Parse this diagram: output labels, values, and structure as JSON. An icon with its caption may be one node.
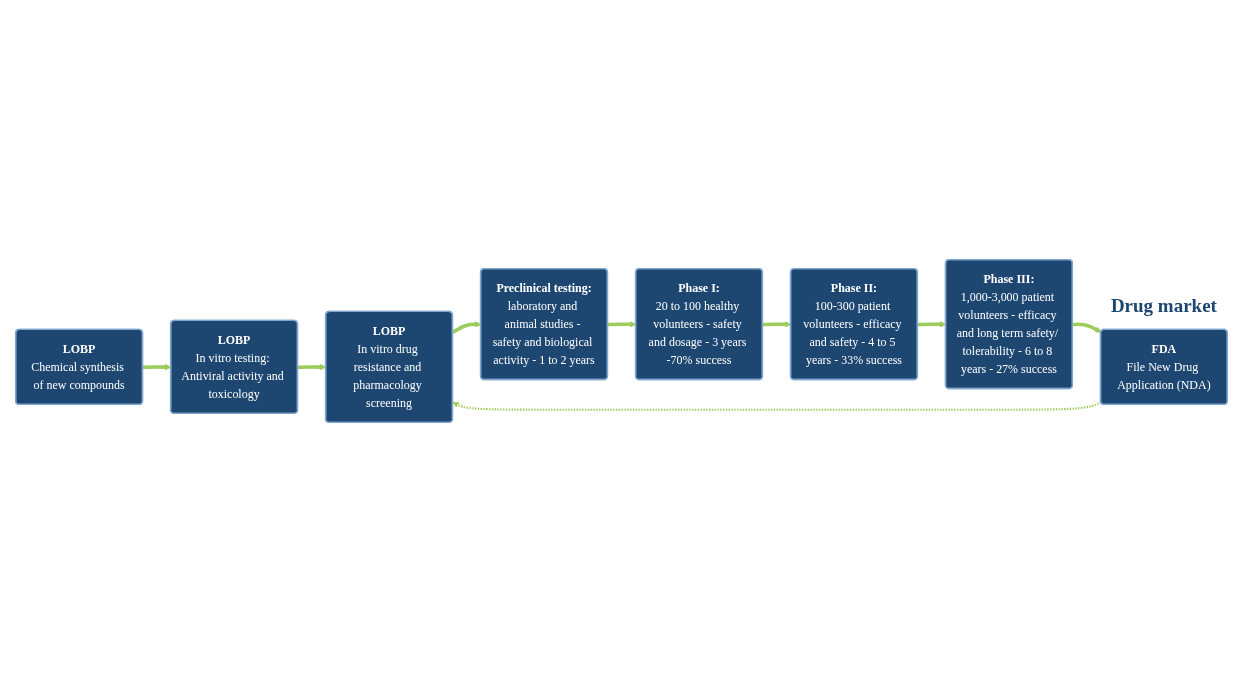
{
  "diagram": {
    "nodes": [
      {
        "text": [
          "LOBP",
          "Chemical synthesis of new compounds"
        ]
      },
      {
        "text": [
          "LOBP",
          "In vitro testing: Antiviral activity and toxicology"
        ]
      },
      {
        "text": [
          "LOBP",
          "In vitro drug resistance and pharmacology screening"
        ]
      },
      {
        "text": [
          "Preclinical testing:",
          "laboratory and animal studies - safety and biological activity - 1 to 2 years"
        ]
      },
      {
        "text": [
          "Phase I:",
          "20 to 100 healthy volunteers - safety and dosage - 3 years -70% success"
        ]
      },
      {
        "text": [
          "Phase II:",
          "100-300 patient volunteers - efficacy and safety - 4 to 5 years - 33% success"
        ]
      },
      {
        "text": [
          "Phase III:",
          "1,000-3,000 patient volunteers - efficacy and long term safety/ tolerability - 6 to 8 years - 27% success"
        ]
      },
      {
        "text": [
          "FDA",
          "File New Drug Application (NDA)"
        ],
        "beside": [
          "Drug market"
        ]
      }
    ],
    "edges": [
      {
        "from": 0,
        "to": 1,
        "arrow": "to"
      },
      {
        "from": 1,
        "to": 2,
        "arrow": "to"
      },
      {
        "from": 2,
        "to": 3,
        "arrow": "to"
      },
      {
        "from": 3,
        "to": 4,
        "arrow": "to"
      },
      {
        "from": 4,
        "to": 5,
        "arrow": "to"
      },
      {
        "from": 5,
        "to": 6,
        "arrow": "to"
      },
      {
        "from": 6,
        "to": 7,
        "arrow": "to"
      },
      {
        "from": 7,
        "to": 2,
        "arrow": "to",
        "style": "dashed"
      }
    ]
  }
}
